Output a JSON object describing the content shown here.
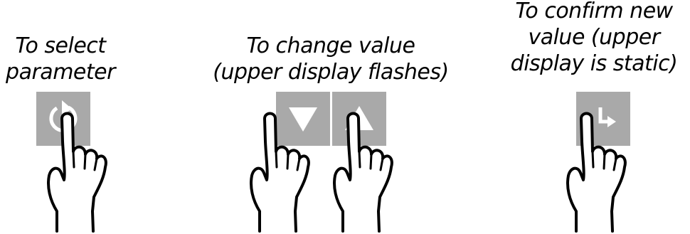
{
  "captions": {
    "select": [
      "To select",
      "parameter"
    ],
    "change": [
      "To change value",
      "(upper display flashes)"
    ],
    "confirm": [
      "To confirm new",
      "value (upper",
      "display is static)"
    ]
  },
  "keys": [
    {
      "name": "parameter-key",
      "icon": "cycle-arrow-icon"
    },
    {
      "name": "down-key",
      "icon": "triangle-down-icon"
    },
    {
      "name": "up-key",
      "icon": "triangle-up-icon"
    },
    {
      "name": "enter-key",
      "icon": "enter-arrow-icon"
    }
  ],
  "colors": {
    "key_fill": "#a9a9a9",
    "icon": "#ffffff",
    "text": "#000000",
    "hand_stroke": "#000000"
  }
}
